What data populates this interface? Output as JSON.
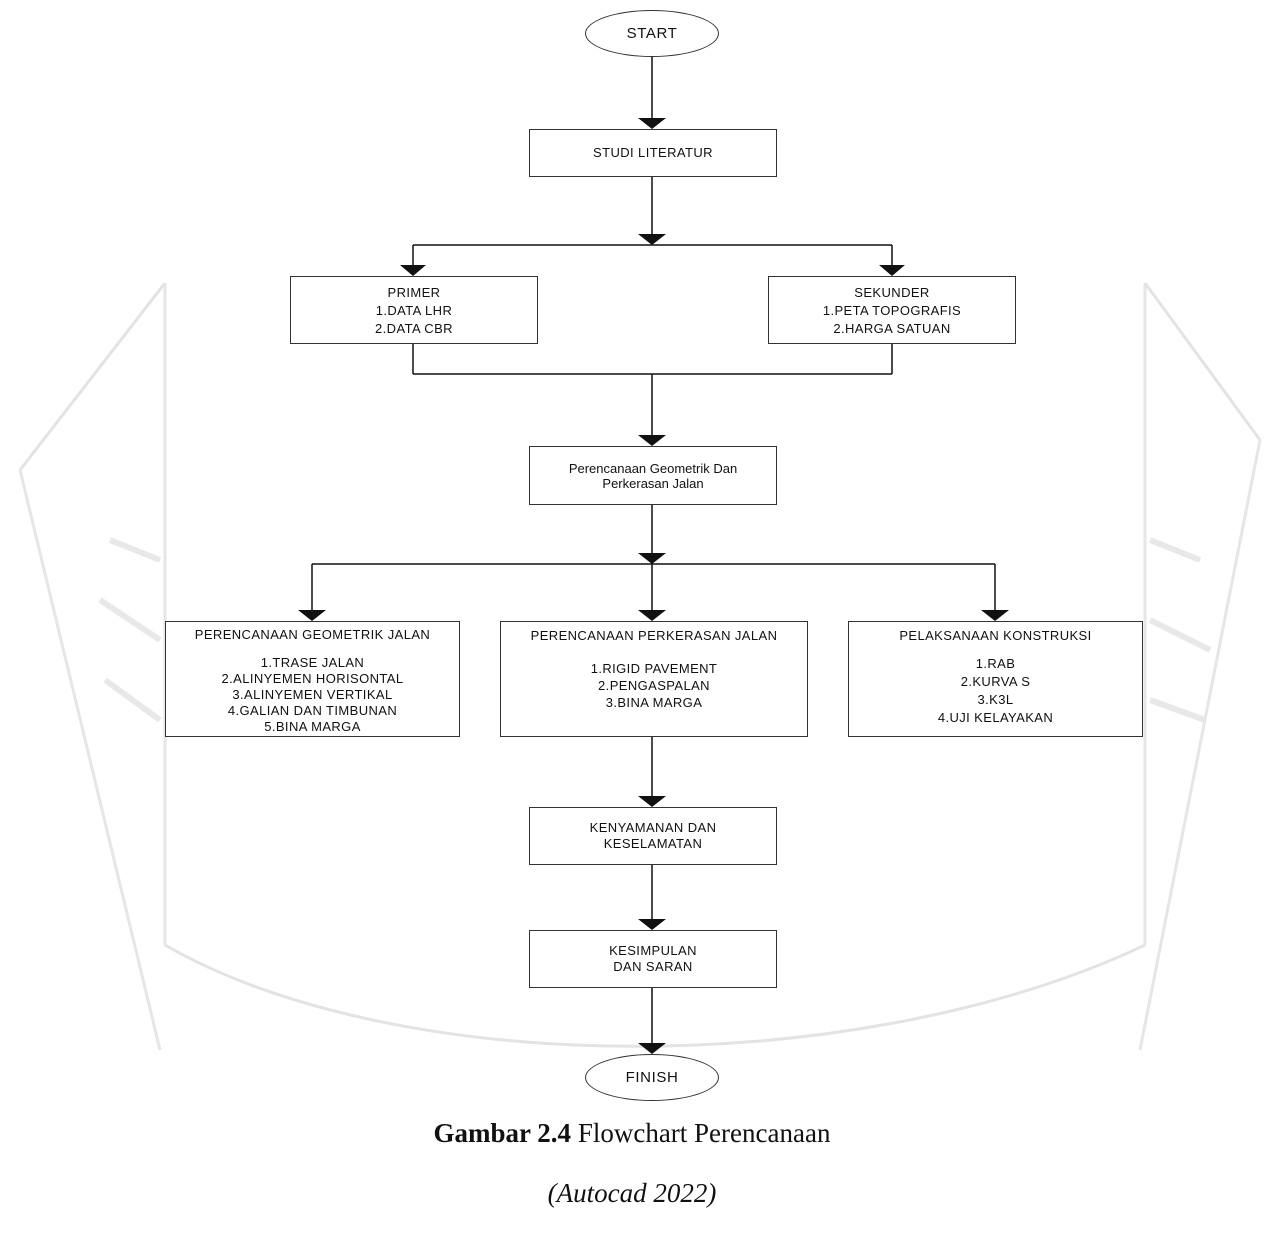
{
  "start_label": "START",
  "finish_label": "FINISH",
  "studi": "STUDI LITERATUR",
  "primer": {
    "title": "PRIMER",
    "items": [
      "1.DATA LHR",
      "2.DATA CBR"
    ]
  },
  "sekunder": {
    "title": "SEKUNDER",
    "items": [
      "1.PETA TOPOGRAFIS",
      "2.HARGA SATUAN"
    ]
  },
  "perencanaan": [
    "Perencanaan Geometrik Dan",
    "Perkerasan Jalan"
  ],
  "geometrik": {
    "title": "PERENCANAAN GEOMETRIK JALAN",
    "items": [
      "1.TRASE JALAN",
      "2.ALINYEMEN HORISONTAL",
      "3.ALINYEMEN VERTIKAL",
      "4.GALIAN DAN TIMBUNAN",
      "5.BINA MARGA"
    ]
  },
  "perkerasan": {
    "title": "PERENCANAAN PERKERASAN JALAN",
    "items": [
      "1.RIGID PAVEMENT",
      "2.PENGASPALAN",
      "3.BINA MARGA"
    ]
  },
  "konstruksi": {
    "title": "PELAKSANAAN KONSTRUKSI",
    "items": [
      "1.RAB",
      "2.KURVA S",
      "3.K3L",
      "4.UJI KELAYAKAN"
    ]
  },
  "kenyamanan": [
    "KENYAMANAN DAN",
    "KESELAMATAN"
  ],
  "kesimpulan": [
    "KESIMPULAN",
    "DAN SARAN"
  ],
  "caption": {
    "bold": "Gambar 2.4",
    "text": " Flowchart Perencanaan",
    "source": "(Autocad 2022)"
  },
  "colors": {
    "line": "#111111",
    "border": "#333333",
    "watermark": "#d9d9d9"
  }
}
